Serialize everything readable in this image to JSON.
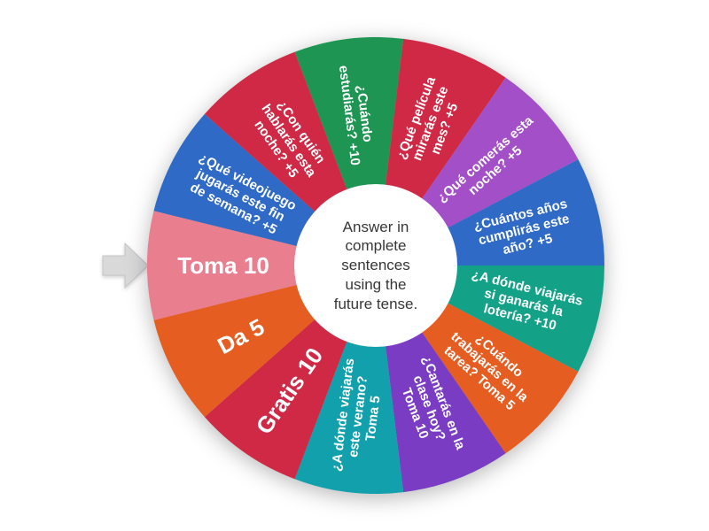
{
  "wheel": {
    "center_text": "Answer in complete sentences using the future tense.",
    "start_angle_deg": -20.77,
    "segments": [
      {
        "label": "¿Cuándo estudiarás? +10",
        "color": "#1e9553"
      },
      {
        "label": "¿Qué película mirarás este mes? +5",
        "color": "#d02946"
      },
      {
        "label": "¿Qué comerás esta noche? +5",
        "color": "#a24fc8"
      },
      {
        "label": "¿Cuántos años cumplirás este año? +5",
        "color": "#2e6ac6"
      },
      {
        "label": "¿A dónde viajarás si ganarás la lotería? +10",
        "color": "#13a187"
      },
      {
        "label": "¿Cuándo trabajarás en la tarea? Toma 5",
        "color": "#e55d20"
      },
      {
        "label": "¿Cantarás en la clase hoy? Toma 10",
        "color": "#7a3cc3"
      },
      {
        "label": "¿A dónde viajarás este verano? Toma 5",
        "color": "#11a0ac"
      },
      {
        "label": "Gratis 10",
        "color": "#d02946"
      },
      {
        "label": "Da 5",
        "color": "#e55d20"
      },
      {
        "label": "Toma 10",
        "color": "#e97e8f"
      },
      {
        "label": "¿Qué videojuego jugarás este fin de semana? +5",
        "color": "#2e6ac6"
      },
      {
        "label": "¿Con quién hablarás esta noche? +5",
        "color": "#d02946"
      }
    ]
  },
  "pointer": {
    "color": "#d9d9d9"
  }
}
